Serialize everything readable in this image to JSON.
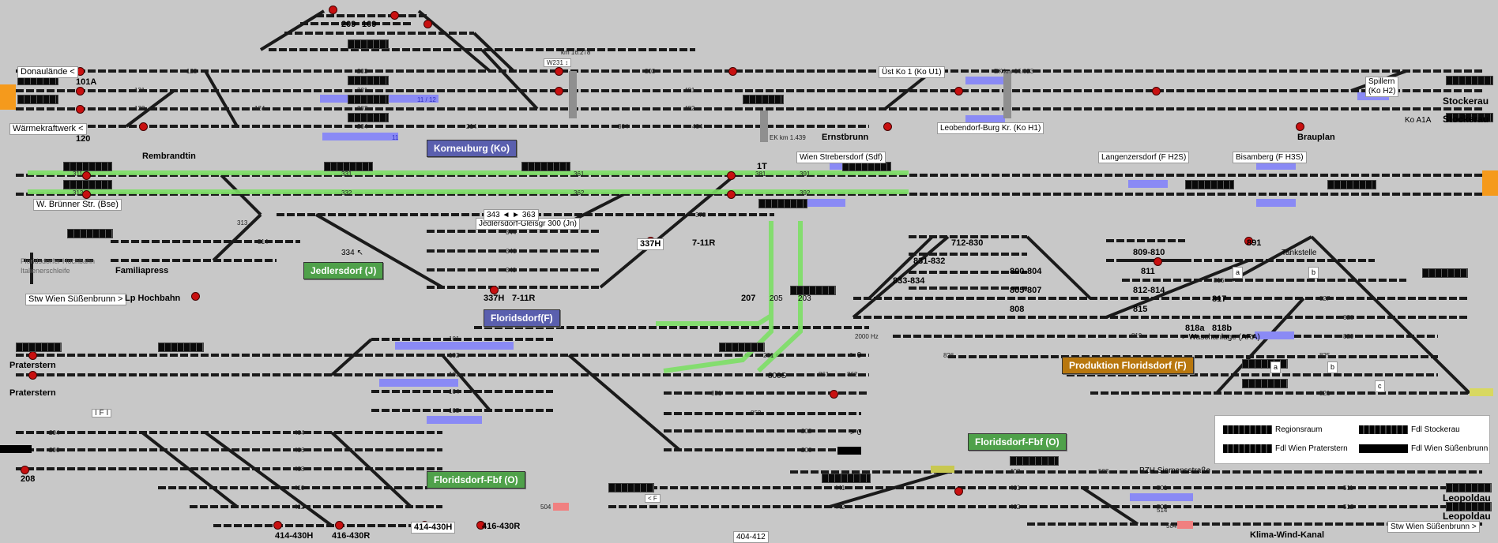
{
  "window": {
    "title": "Stellwerk Floridsdorf"
  },
  "colors": {
    "background": "#c8c8c8",
    "track": "#222222",
    "route_green": "#7de066",
    "occupied_blue": "#8a8af5",
    "signal_red": "#c81010",
    "edge_orange": "#f59a1c"
  },
  "areas": {
    "korneuburg": "Korneuburg (Ko)",
    "jedlersdorf": "Jedlersdorf (J)",
    "floridsdorf_f": "Floridsdorf(F)",
    "floridsdorf_fbf_left": "Floridsdorf-Fbf (O)",
    "floridsdorf_fbf_right": "Floridsdorf-Fbf (O)",
    "produktion": "Produktion Floridsdorf (F)"
  },
  "places": {
    "donaulaende": "Donaulände <",
    "waermekraftwerk": "Wärmekraftwerk <",
    "rembrandtin": "Rembrandtin",
    "w_bruenner": "W. Brünner Str. (Bse)",
    "familiapress": "Familiapress",
    "lp_hochbahn": "Lp Hochbahn",
    "stw_wien_suessenbrunn": "Stw Wien Süßenbrunn >",
    "floridsdorfer_hochbahn": "Floridsdorfer Hochbahn",
    "italienerschleife": "Italienerschleife",
    "praterstern1": "Praterstern",
    "praterstern2": "Praterstern",
    "jedlersdorf_gleisgr": "Jedlersdorf-Gleisgr 300 (Jn)",
    "ernstbrunn": "Ernstbrunn",
    "ust_ko1": "Üst Ko 1 (Ko U1)",
    "leobendorf": "Leobendorf-Burg Kr. (Ko H1)",
    "wien_strebersdorf": "Wien Strebersdorf (Sdf)",
    "langenzersdorf": "Langenzersdorf (F H2S)",
    "bisamberg": "Bisamberg (F H3S)",
    "spillern": "Spillern\n(Ko H2)",
    "stockerau1": "Stockerau",
    "stockerau2": "Stockerau",
    "ko_a1a": "Ko A1A",
    "brauplan": "Brauplan",
    "tankstelle": "Tankstelle",
    "waschanlage": "> Waschanlage (ARA)",
    "pzh": "PZH Siemensstraße",
    "leopoldau1": "Leopoldau",
    "leopoldau2": "Leopoldau",
    "stw_wien_suessenbrunn2": "Stw Wien Süßenbrunn >",
    "klima_wind_kanal": "Klima-Wind-Kanal",
    "km_16278": "km 16.278",
    "w231": "W231 ↕",
    "ek_km_16823": "EK km 16.823",
    "ek_km_1439": "EK km 1.439",
    "hz_2000": "2000 Hz"
  },
  "tracks": {
    "t101a": "101A",
    "t120": "120",
    "t208": "208",
    "t209": "209",
    "t109": "109",
    "t207": "207",
    "t205": "205",
    "t203": "203",
    "t337h": "337H",
    "t7_11r": "7-11R",
    "t337h_b": "337H",
    "t7_11r_b": "7-11R",
    "t1t": "1T",
    "t712_830": "712-830",
    "t831_832": "831-832",
    "t833_834": "833-834",
    "t800_804": "800-804",
    "t805_807": "805-807",
    "t808": "808",
    "t809_810": "809-810",
    "t811": "811",
    "t812_814": "812-814",
    "t815": "815",
    "t818a": "818a",
    "t818b": "818b",
    "t817": "817",
    "t891": "891",
    "t414_430h": "414-430H",
    "t416_430r": "416-430R",
    "t414_430h_b": "414-430H",
    "t416_430r_b": "416-430R",
    "t404_412": "404-412",
    "t343_363": "343 ◄ ► 363",
    "t800s": "800S",
    "t0a": "> 0",
    "t0b": "> 0",
    "t334": "334 ↖",
    "t311": "311",
    "t312": "312",
    "t331": "331",
    "t332": "332",
    "t361": "361",
    "t362": "362",
    "t381": "381",
    "t391": "391",
    "t392": "392",
    "t121": "121",
    "t122": "122",
    "t123": "123",
    "t124": "124",
    "t201": "201",
    "t202": "202",
    "t203b": "203",
    "t204": "204",
    "t214": "214",
    "t303": "303",
    "t304": "304",
    "t401": "401",
    "t402": "402",
    "t403": "403",
    "t101": "101",
    "t102": "102",
    "t103": "103",
    "t104": "104",
    "t105": "105",
    "t851": "851",
    "t852": "852",
    "t861": "861",
    "t862": "862",
    "t441": "441",
    "t442": "442",
    "t461": "461",
    "t462": "462",
    "t501": "501",
    "t502": "502",
    "t503": "503",
    "t504": "504",
    "t511": "511",
    "t512": "512",
    "t514": "514",
    "t819": "819",
    "t816": "816",
    "t821": "821",
    "t825": "825",
    "t826": "826",
    "t827": "827",
    "t828": "828",
    "t829": "829",
    "t406": "406",
    "t408": "408",
    "t410": "410",
    "t412": "412",
    "t404": "404",
    "t206": "206",
    "t313": "313",
    "t314": "314",
    "t373": "373",
    "t344": "344",
    "t346": "346",
    "t349": "349",
    "t1_11": "11",
    "t1_12": "11 / 12",
    "lt_f": "< F",
    "lf": "I   F   I",
    "a": "a",
    "b": "b",
    "c": "c",
    "a2": "a",
    "b2": "b"
  },
  "legend": {
    "regionsraum": "Regionsraum",
    "fdl_stockerau": "Fdl Stockerau",
    "fdl_wien_praterstern": "Fdl Wien Praterstern",
    "fdl_wien_suessenbrunn": "Fdl Wien Süßenbrunn"
  }
}
